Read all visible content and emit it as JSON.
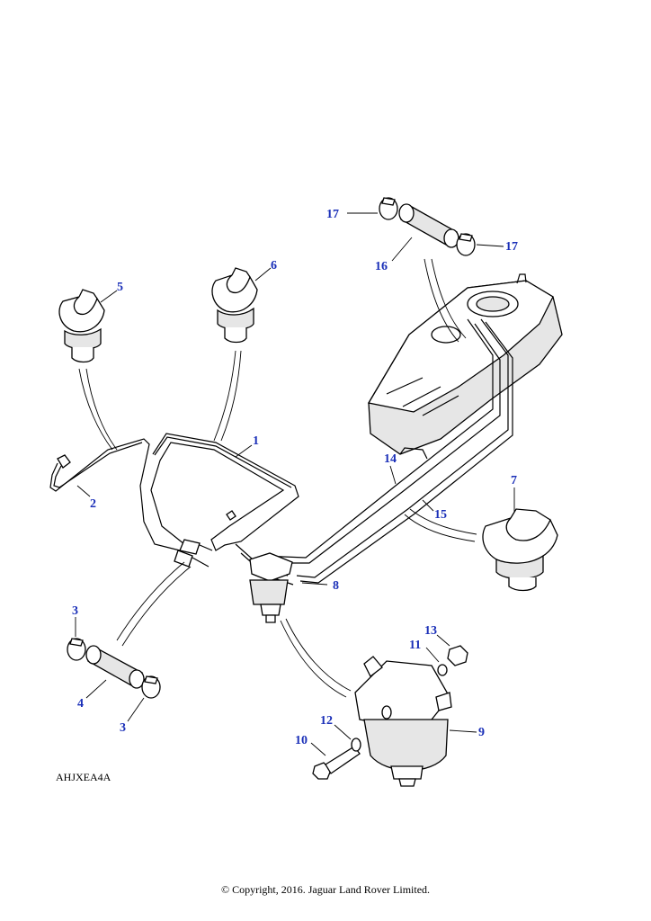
{
  "figure": {
    "code": "AHJXEA4A",
    "copyright": "© Copyright, 2016. Jaguar Land Rover Limited."
  },
  "callouts": {
    "c1": "1",
    "c2": "2",
    "c3a": "3",
    "c3b": "3",
    "c4": "4",
    "c5": "5",
    "c6": "6",
    "c7": "7",
    "c8": "8",
    "c9": "9",
    "c10": "10",
    "c11": "11",
    "c12": "12",
    "c13": "13",
    "c14": "14",
    "c15": "15",
    "c16": "16",
    "c17a": "17",
    "c17b": "17"
  },
  "colors": {
    "callout": "#1a2fb8",
    "line": "#000000",
    "shade": "#e6e6e6"
  }
}
